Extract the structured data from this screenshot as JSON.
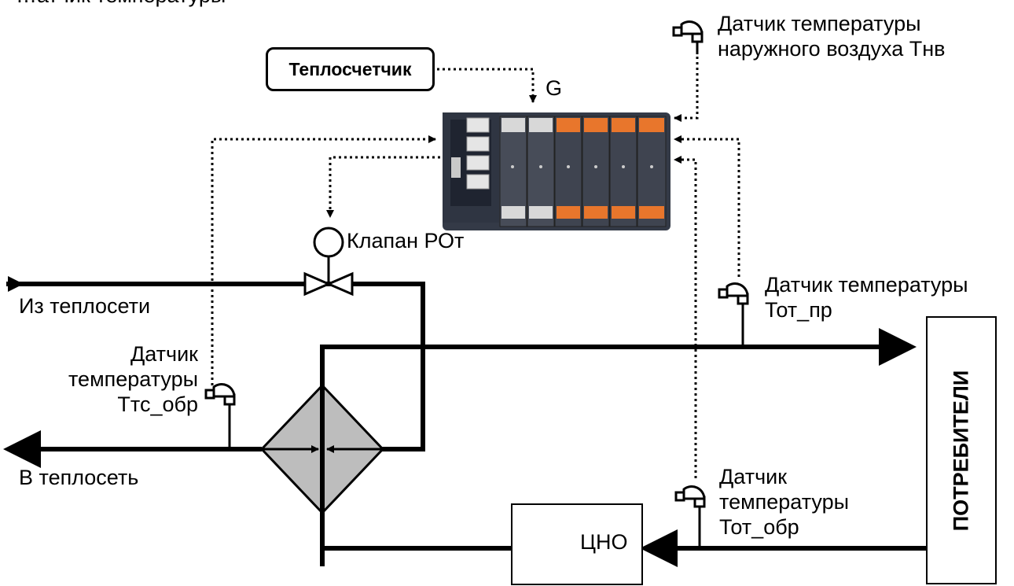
{
  "top_cut_text": "…атчик температуры",
  "heat_meter": "Теплосчетчик",
  "flow_signal": "G",
  "outdoor_sensor": [
    "Датчик температуры",
    "наружного воздуха Тнв"
  ],
  "valve": "Клапан РОт",
  "from_network": "Из теплосети",
  "to_network": "В теплосеть",
  "supply_sensor": [
    "Датчик температуры",
    "Тот_пр"
  ],
  "network_return_sensor": [
    "Датчик",
    "температуры",
    "Ттс_обр"
  ],
  "return_sensor": [
    "Датчик",
    "температуры",
    "Тот_обр"
  ],
  "consumers": "ПОТРЕБИТЕЛИ",
  "pump": "ЦНО",
  "colors": {
    "line": "#000000",
    "exchanger_fill": "#bdbdbd",
    "controller_body": "#3b4150",
    "module_gray": "#4a4f5c",
    "module_orange": "#e8762c"
  }
}
